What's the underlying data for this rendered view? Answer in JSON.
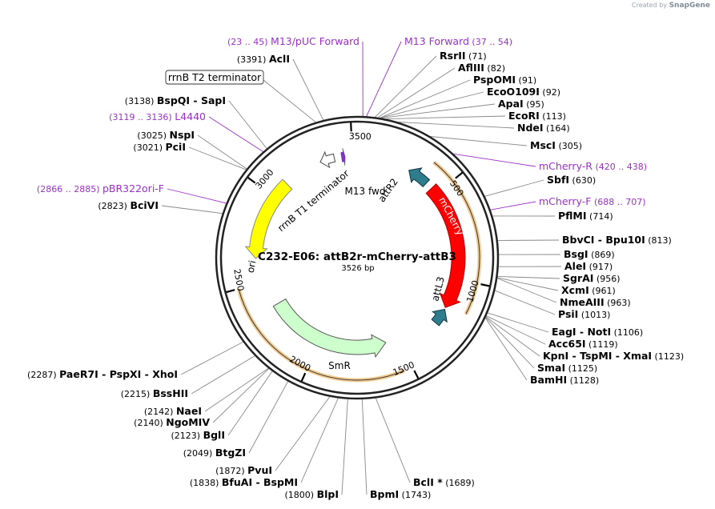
{
  "credit": {
    "prefix": "Created by",
    "brand": "SnapGene"
  },
  "plasmid": {
    "name": "C232-E06: attB2r-mCherry-attB3",
    "size": "3526 bp"
  },
  "colors": {
    "enzyme": "#000000",
    "primer": "#9b30c8",
    "ori": "#ffff00",
    "mcherry": "#ff0000",
    "smr": "#ccffcc",
    "att": "#2e7d8c",
    "orange_arrow": "#f2b15a"
  },
  "ticks": [
    {
      "label": "500",
      "bp": 500
    },
    {
      "label": "1000",
      "bp": 1000
    },
    {
      "label": "1500",
      "bp": 1500
    },
    {
      "label": "2000",
      "bp": 2000
    },
    {
      "label": "2500",
      "bp": 2500
    },
    {
      "label": "3000",
      "bp": 3000
    },
    {
      "label": "3500",
      "bp": 3500
    }
  ],
  "features": [
    {
      "name": "mCherry",
      "kind": "mcherry",
      "start": 460,
      "end": 1170
    },
    {
      "name": "ori",
      "kind": "ori",
      "start": 2640,
      "end": 3100
    },
    {
      "name": "SmR",
      "kind": "smr",
      "start": 1580,
      "end": 2350
    },
    {
      "name": "attR2",
      "kind": "att",
      "start": 300,
      "end": 420
    },
    {
      "name": "attL3",
      "kind": "att",
      "start": 1180,
      "end": 1270
    },
    {
      "name": "rrnB T1 terminator",
      "kind": "term",
      "start": 3320,
      "end": 3400
    },
    {
      "name": "M13 fwd",
      "kind": "primer_site",
      "start": 3440,
      "end": 3460
    }
  ],
  "right_labels": [
    {
      "name": "RsrII",
      "pos": "(71)"
    },
    {
      "name": "AflIII",
      "pos": "(82)"
    },
    {
      "name": "PspOMI",
      "pos": "(91)"
    },
    {
      "name": "EcoO109I",
      "pos": "(92)"
    },
    {
      "name": "ApaI",
      "pos": "(95)"
    },
    {
      "name": "EcoRI",
      "pos": "(113)"
    },
    {
      "name": "NdeI",
      "pos": "(164)"
    },
    {
      "name": "MscI",
      "pos": "(305)"
    },
    {
      "name": "SbfI",
      "pos": "(630)"
    },
    {
      "name": "PflMI",
      "pos": "(714)"
    },
    {
      "name": "BbvCI - Bpu10I",
      "pos": "(813)"
    },
    {
      "name": "BsgI",
      "pos": "(869)"
    },
    {
      "name": "AleI",
      "pos": "(917)"
    },
    {
      "name": "SgrAI",
      "pos": "(956)"
    },
    {
      "name": "XcmI",
      "pos": "(961)"
    },
    {
      "name": "NmeAIII",
      "pos": "(963)"
    },
    {
      "name": "PsiI",
      "pos": "(1013)"
    },
    {
      "name": "EagI - NotI",
      "pos": "(1106)"
    },
    {
      "name": "Acc65I",
      "pos": "(1119)"
    },
    {
      "name": "KpnI - TspMI - XmaI",
      "pos": "(1123)"
    },
    {
      "name": "SmaI",
      "pos": "(1125)"
    },
    {
      "name": "BamHI",
      "pos": "(1128)"
    }
  ],
  "right_primers": [
    {
      "name": "mCherry-R",
      "pos": "(420 .. 438)"
    },
    {
      "name": "mCherry-F",
      "pos": "(688 .. 707)"
    }
  ],
  "top_primers": [
    {
      "pos": "(23 .. 45)",
      "name": "M13/pUC Forward"
    },
    {
      "name": "M13 Forward",
      "pos": "(37 .. 54)"
    }
  ],
  "left_labels": [
    {
      "pos": "(3391)",
      "name": "AclI"
    },
    {
      "pos": "(3138)",
      "name": "BspQI - SapI"
    },
    {
      "pos": "(3025)",
      "name": "NspI"
    },
    {
      "pos": "(3021)",
      "name": "PciI"
    },
    {
      "pos": "(2823)",
      "name": "BciVI"
    }
  ],
  "left_primers": [
    {
      "pos": "(3119 .. 3136)",
      "name": "L4440"
    },
    {
      "pos": "(2866 .. 2885)",
      "name": "pBR322ori-F"
    }
  ],
  "boxed_label": "rrnB T2 terminator",
  "bottom_left_labels": [
    {
      "pos": "(2287)",
      "name": "PaeR7I - PspXI - XhoI"
    },
    {
      "pos": "(2215)",
      "name": "BssHII"
    },
    {
      "pos": "(2142)",
      "name": "NaeI"
    },
    {
      "pos": "(2140)",
      "name": "NgoMIV"
    },
    {
      "pos": "(2123)",
      "name": "BglI"
    },
    {
      "pos": "(2049)",
      "name": "BtgZI"
    },
    {
      "pos": "(1872)",
      "name": "PvuI"
    },
    {
      "pos": "(1838)",
      "name": "BfuAI - BspMI"
    },
    {
      "pos": "(1800)",
      "name": "BlpI"
    }
  ],
  "bottom_right_labels": [
    {
      "name": "BpmI",
      "pos": "(1743)"
    },
    {
      "name": "BclI *",
      "pos": "(1689)"
    }
  ]
}
